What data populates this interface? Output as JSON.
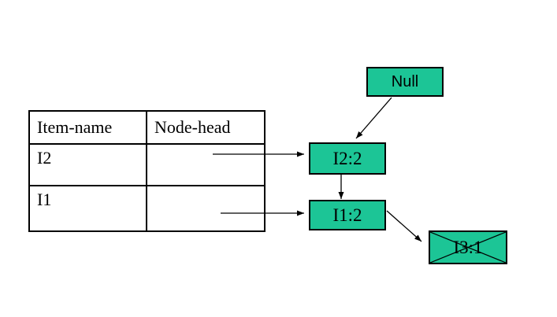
{
  "colors": {
    "background": "#FFFFFF",
    "node_fill": "#1CC596",
    "node_border": "#000000",
    "arrow": "#000000",
    "text": "#000000"
  },
  "table": {
    "headers": [
      "Item-name",
      "Node-head"
    ],
    "rows": [
      {
        "item": "I2",
        "node_head": ""
      },
      {
        "item": "I1",
        "node_head": ""
      }
    ]
  },
  "nodes": {
    "null_node": {
      "label": "Null",
      "crossed_out": false
    },
    "i2_node": {
      "label": "I2:2",
      "crossed_out": false
    },
    "i1_node": {
      "label": "I1:2",
      "crossed_out": false
    },
    "i3_node": {
      "label": "I3:1",
      "crossed_out": true
    }
  },
  "connections": [
    {
      "from": "table-row-i2-node-head",
      "to": "i2-node"
    },
    {
      "from": "table-row-i1-node-head",
      "to": "i1-node"
    },
    {
      "from": "null-node",
      "to": "i2-node"
    },
    {
      "from": "i2-node",
      "to": "i1-node"
    },
    {
      "from": "i1-node",
      "to": "i3-node"
    }
  ]
}
